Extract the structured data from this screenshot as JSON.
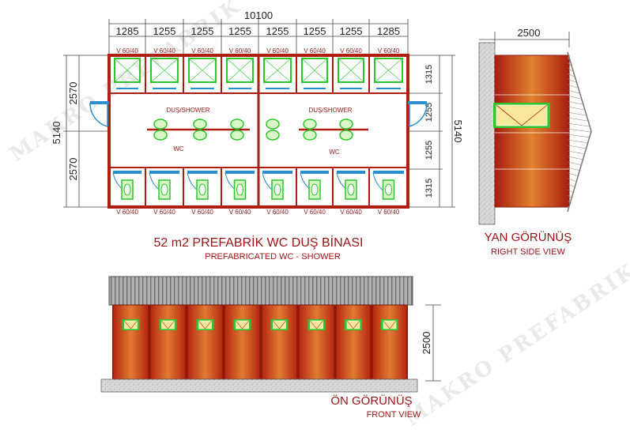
{
  "watermark": "MAKRO PREFABRIK",
  "plan": {
    "total_width": "10100",
    "top_segments": [
      "1285",
      "1255",
      "1255",
      "1255",
      "1255",
      "1255",
      "1255",
      "1285"
    ],
    "left_height": "5140",
    "left_segments": [
      "2570",
      "2570"
    ],
    "right_height": "5140",
    "right_segments": [
      "1315",
      "1255",
      "1255",
      "1315"
    ],
    "window_label": "V 60/40",
    "room_label_shower": "DUŞ/SHOWER",
    "room_label_wc": "WC"
  },
  "side_view": {
    "width_dim": "2500",
    "title": "YAN GÖRÜNÜŞ",
    "subtitle": "RIGHT SIDE VIEW"
  },
  "main_title": "52 m2 PREFABRİK WC DUŞ BİNASI",
  "main_subtitle": "PREFABRICATED WC - SHOWER",
  "front_view": {
    "height_dim": "2500",
    "title": "ÖN GÖRÜNÜŞ",
    "subtitle": "FRONT VIEW"
  },
  "colors": {
    "wall": "#b01e12",
    "wall_light": "#e07830",
    "green": "#2ec52e",
    "door_blue": "#2a8fcf",
    "roof": "#8c8c8c"
  }
}
